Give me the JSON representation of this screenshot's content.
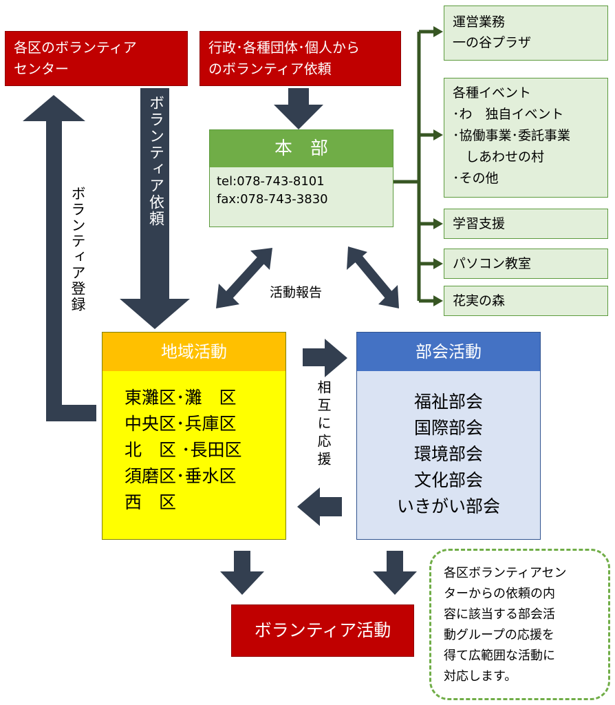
{
  "ward_center": {
    "line1": "各区のボランティア",
    "line2": "センター"
  },
  "requests_source": {
    "line1": "行政･各種団体･個人から",
    "line2": "のボランティア依頼"
  },
  "headquarters": {
    "title": "本　部",
    "tel": "tel:078-743-8101",
    "fax": "fax:078-743-3830"
  },
  "side_items": {
    "operations": {
      "line1": "運営業務",
      "line2": "一の谷プラザ"
    },
    "events": {
      "line1": "各種イベント",
      "line2": "･わ　独自イベント",
      "line3": "･協働事業･委託事業",
      "line4": "　しあわせの村",
      "line5": "･その他"
    },
    "study": "学習支援",
    "pc": "パソコン教室",
    "forest": "花実の森"
  },
  "labels": {
    "volunteer_request": "ボランティア依頼",
    "volunteer_registration": "ボランティア登録",
    "activity_report": "活動報告",
    "mutual_support": "相互に応援"
  },
  "regional": {
    "title": "地域活動",
    "rows": [
      "東灘区･灘　区",
      "中央区･兵庫区",
      "北　区 ･長田区",
      "須磨区･垂水区",
      "西　区"
    ]
  },
  "divisions": {
    "title": "部会活動",
    "rows": [
      "福祉部会",
      "国際部会",
      "環境部会",
      "文化部会",
      "いきがい部会"
    ]
  },
  "volunteer_activity": "ボランティア活動",
  "note": {
    "line1": "各区ボランティアセン",
    "line2": "ターからの依頼の内",
    "line3": "容に該当する部会活",
    "line4": "動グループの応援を",
    "line5": "得て広範囲な活動に",
    "line6": "対応します。"
  },
  "colors": {
    "red": "#c00000",
    "green": "#70ad47",
    "dark_green": "#375623",
    "navy": "#333f50",
    "orange": "#ffc000",
    "yellow": "#ffff00",
    "blue": "#4472c4",
    "light_blue": "#dae3f3"
  }
}
